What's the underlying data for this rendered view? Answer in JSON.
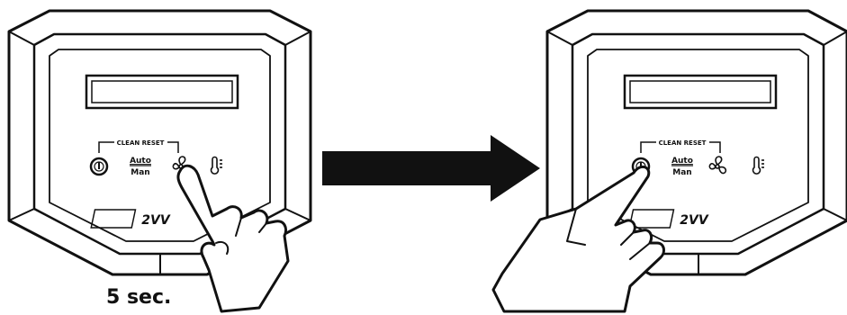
{
  "panels": [
    {
      "clean_reset_label": "CLEAN RESET",
      "auto_label": "Auto",
      "man_label": "Man",
      "brand_logo": "2VV"
    },
    {
      "clean_reset_label": "CLEAN RESET",
      "auto_label": "Auto",
      "man_label": "Man",
      "brand_logo": "2VV"
    }
  ],
  "step_caption": "5 sec.",
  "icons": {
    "power": "power-button-icon",
    "mode": "auto-man-icon",
    "fan": "fan-icon",
    "temperature": "thermometer-icon",
    "hand": "pointing-hand-icon",
    "arrow": "right-arrow-icon"
  },
  "colors": {
    "line": "#111111",
    "background": "#ffffff"
  }
}
